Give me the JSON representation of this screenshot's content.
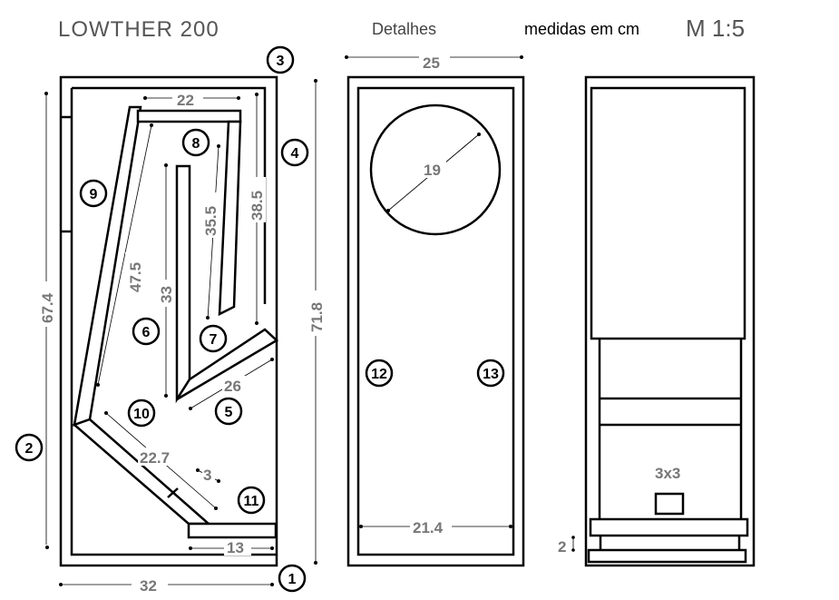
{
  "header": {
    "title": "LOWTHER  200",
    "subtitle": "Detalhes",
    "units": "medidas em cm",
    "scale": "M  1:5"
  },
  "side_view": {
    "dims": {
      "height_outer": "71.8",
      "height_inner": "67.4",
      "width": "32",
      "top_panel": "22",
      "d38": "38.5",
      "d35": "35.5",
      "d47": "47.5",
      "d33": "33",
      "d26": "26",
      "d22_7": "22.7",
      "d3": "3",
      "d13": "13"
    },
    "parts": [
      "1",
      "2",
      "3",
      "4",
      "5",
      "6",
      "7",
      "8",
      "9",
      "10",
      "11"
    ]
  },
  "front_view": {
    "dims": {
      "width": "25",
      "driver": "19",
      "inner_width": "21.4"
    },
    "parts": [
      "12",
      "13"
    ]
  },
  "back_view": {
    "dims": {
      "port": "3x3",
      "base": "2"
    }
  }
}
